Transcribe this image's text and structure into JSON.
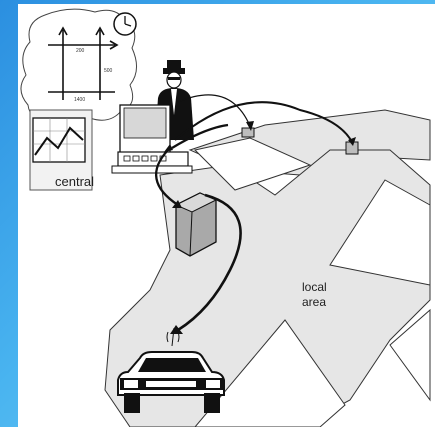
{
  "labels": {
    "central": "central",
    "local_area_line1": "local",
    "local_area_line2": "area"
  },
  "map_sketch": {
    "top_distance": "200",
    "side_distance": "500",
    "bottom_distance": "1400"
  },
  "colors": {
    "background_start": "#2b8fe0",
    "background_end": "#7fd2f7",
    "panel": "#ffffff",
    "road": "#e6e6e6",
    "ink": "#111111"
  },
  "icons": [
    "clock-icon",
    "chart-icon",
    "person-icon",
    "computer-icon",
    "beacon-icon",
    "car-icon",
    "antenna-icon"
  ]
}
